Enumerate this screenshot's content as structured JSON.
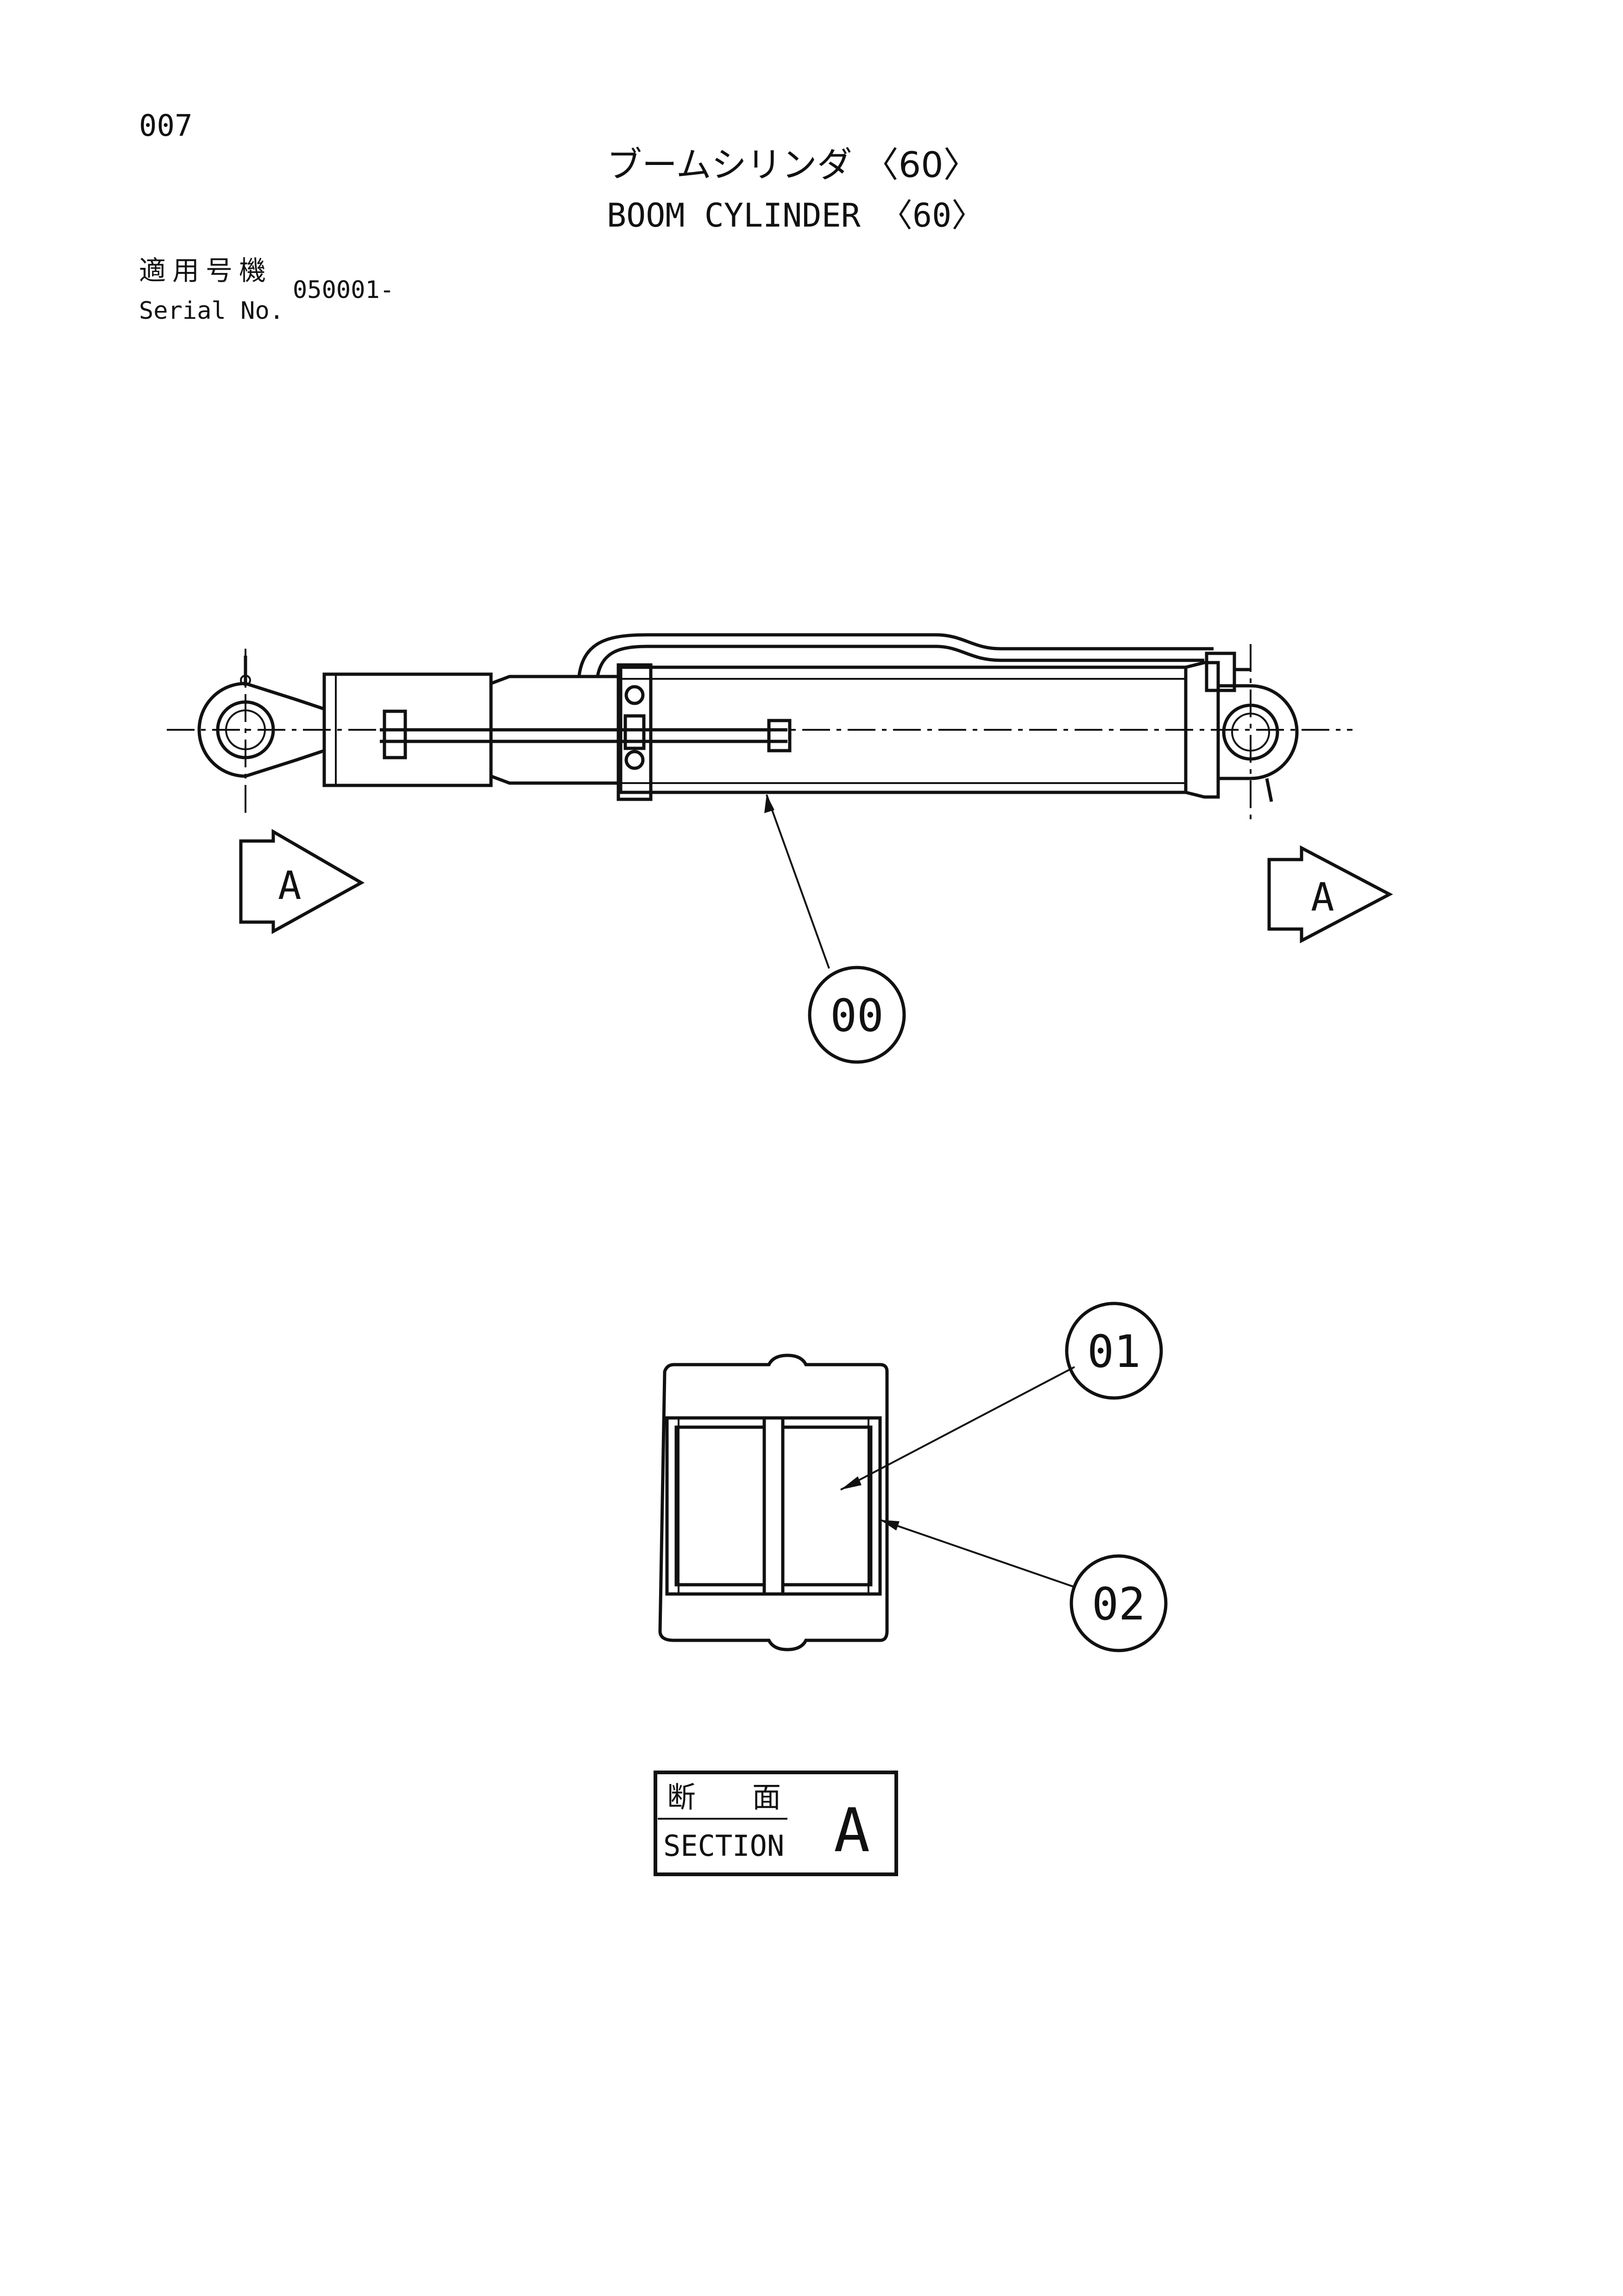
{
  "page": {
    "number": "007",
    "title_jp": "ブームシリンダ 〈60〉",
    "title_en": "BOOM CYLINDER 〈60〉",
    "serial_label_jp": "適用号機",
    "serial_label_en": "Serial No.",
    "serial_value": "050001-"
  },
  "drawing": {
    "view_markers": [
      "A",
      "A"
    ],
    "callouts": [
      "00",
      "01",
      "02"
    ],
    "section_box": {
      "label_jp": "断　面",
      "label_en": "SECTION",
      "letter": "A"
    }
  }
}
